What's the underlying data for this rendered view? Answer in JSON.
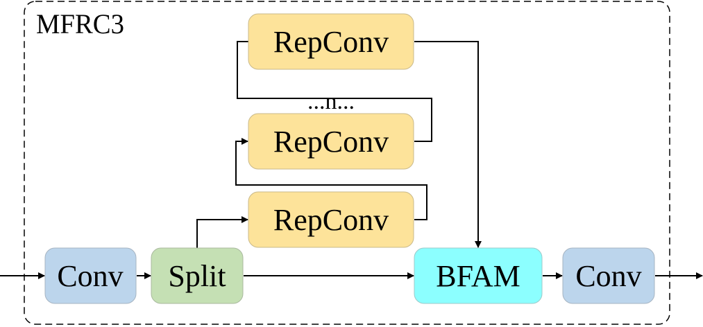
{
  "diagram": {
    "module_title": "MFRC3",
    "repeat_label": "...n...",
    "colors": {
      "conv": "#bcd5ec",
      "split": "#c5e0b4",
      "repconv": "#fde39a",
      "bfam": "#8cffff",
      "border": "#b0b0b0",
      "line": "#000000"
    },
    "blocks": {
      "conv_in": "Conv",
      "split": "Split",
      "repconv_1": "RepConv",
      "repconv_2": "RepConv",
      "repconv_n": "RepConv",
      "bfam": "BFAM",
      "conv_out": "Conv"
    },
    "edges": [
      {
        "from": "input",
        "to": "conv_in"
      },
      {
        "from": "conv_in",
        "to": "split"
      },
      {
        "from": "split",
        "to": "repconv_1"
      },
      {
        "from": "split",
        "to": "bfam"
      },
      {
        "from": "repconv_1",
        "to": "repconv_2"
      },
      {
        "from": "repconv_2",
        "to": "repconv_n"
      },
      {
        "from": "repconv_n",
        "to": "bfam"
      },
      {
        "from": "bfam",
        "to": "conv_out"
      },
      {
        "from": "conv_out",
        "to": "output"
      }
    ]
  }
}
